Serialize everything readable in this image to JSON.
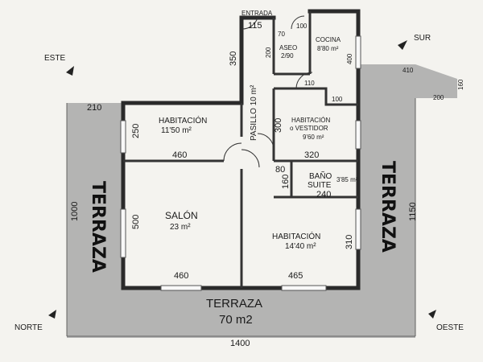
{
  "labels": {
    "entrada": "ENTRADA",
    "cocina": "COCINA",
    "cocina_area": "8'80 m²",
    "aseo": "ASEO",
    "aseo_sub": "2/90",
    "pasillo": "PASILLO 10 m²",
    "hab1": "HABITACIÓN",
    "hab1_area": "11'50 m²",
    "hab2": "HABITACIÓN",
    "hab2_sub": "o VESTIDOR",
    "hab2_area": "9'60 m²",
    "bano": "BAÑO",
    "bano_sub": "SUITE",
    "bano_area": "3'85 m²",
    "salon": "SALÓN",
    "salon_area": "23 m²",
    "hab3": "HABITACIÓN",
    "hab3_area": "14'40 m²",
    "terraza_left": "TERRAZA",
    "terraza_right": "TERRAZA",
    "terraza_bottom": "TERRAZA",
    "terraza_bottom_area": "70 m2"
  },
  "compass": {
    "este": "ESTE",
    "sur": "SUR",
    "norte": "NORTE",
    "oeste": "OESTE"
  },
  "dimensions": {
    "d115": "115",
    "d70": "70",
    "d100a": "100",
    "d350": "350",
    "d200a": "200",
    "d400": "400",
    "d410": "410",
    "d160a": "160",
    "d200b": "200",
    "d110": "110",
    "d100b": "100",
    "d210": "210",
    "d250": "250",
    "d300": "300",
    "d460a": "460",
    "d320": "320",
    "d80": "80",
    "d160b": "160",
    "d240": "240",
    "d1000": "1000",
    "d500": "500",
    "d1150": "1150",
    "d310": "310",
    "d460b": "460",
    "d465": "465",
    "d1400": "1400"
  }
}
